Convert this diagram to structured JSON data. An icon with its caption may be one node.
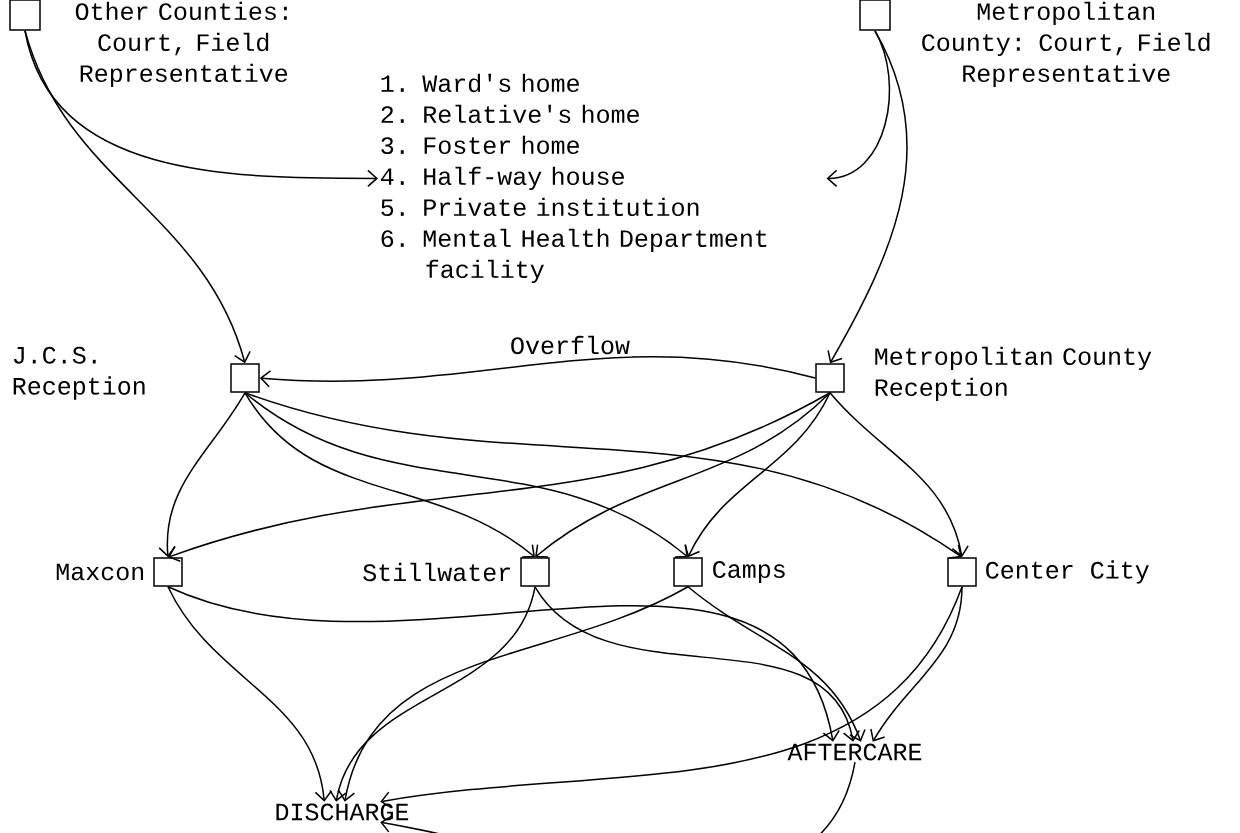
{
  "diagram": {
    "nodes": [
      {
        "text": [
          "Other Counties: Court, Field Representative"
        ]
      },
      {
        "text": [
          "Metropolitan County: Court, Field Representative"
        ]
      },
      {
        "text": [
          "1. Ward's home",
          "2. Relative's home",
          "3. Foster home",
          "4. Half-way house",
          "5. Private institution",
          "6. Mental Health Department facility"
        ]
      },
      {
        "text": [
          "J.C.S. Reception"
        ]
      },
      {
        "text": [
          "Metropolitan County Reception"
        ]
      },
      {
        "text": [
          "Maxcon"
        ]
      },
      {
        "text": [
          "Stillwater"
        ]
      },
      {
        "text": [
          "Camps"
        ]
      },
      {
        "text": [
          "Center City"
        ]
      },
      {
        "text": [
          "AFTERCARE"
        ]
      },
      {
        "text": [
          "DISCHARGE"
        ]
      }
    ],
    "edges": [
      {
        "from": 0,
        "to": 2,
        "arrow": "to"
      },
      {
        "from": 0,
        "to": 3,
        "arrow": "to"
      },
      {
        "from": 1,
        "to": 2,
        "arrow": "to"
      },
      {
        "from": 1,
        "to": 4,
        "arrow": "to"
      },
      {
        "from": 4,
        "to": 3,
        "arrow": "to",
        "label": "Overflow"
      },
      {
        "from": 3,
        "to": 5,
        "arrow": "to"
      },
      {
        "from": 3,
        "to": 6,
        "arrow": "to"
      },
      {
        "from": 3,
        "to": 7,
        "arrow": "to"
      },
      {
        "from": 3,
        "to": 8,
        "arrow": "to"
      },
      {
        "from": 4,
        "to": 5,
        "arrow": "to"
      },
      {
        "from": 4,
        "to": 6,
        "arrow": "to"
      },
      {
        "from": 4,
        "to": 7,
        "arrow": "to"
      },
      {
        "from": 4,
        "to": 8,
        "arrow": "to"
      },
      {
        "from": 5,
        "to": 10,
        "arrow": "to"
      },
      {
        "from": 5,
        "to": 9,
        "arrow": "to"
      },
      {
        "from": 6,
        "to": 10,
        "arrow": "to"
      },
      {
        "from": 6,
        "to": 9,
        "arrow": "to"
      },
      {
        "from": 7,
        "to": 10,
        "arrow": "to"
      },
      {
        "from": 7,
        "to": 9,
        "arrow": "to"
      },
      {
        "from": 8,
        "to": 10,
        "arrow": "to"
      },
      {
        "from": 8,
        "to": 9,
        "arrow": "to"
      },
      {
        "from": 9,
        "to": 10,
        "arrow": "to"
      }
    ]
  }
}
